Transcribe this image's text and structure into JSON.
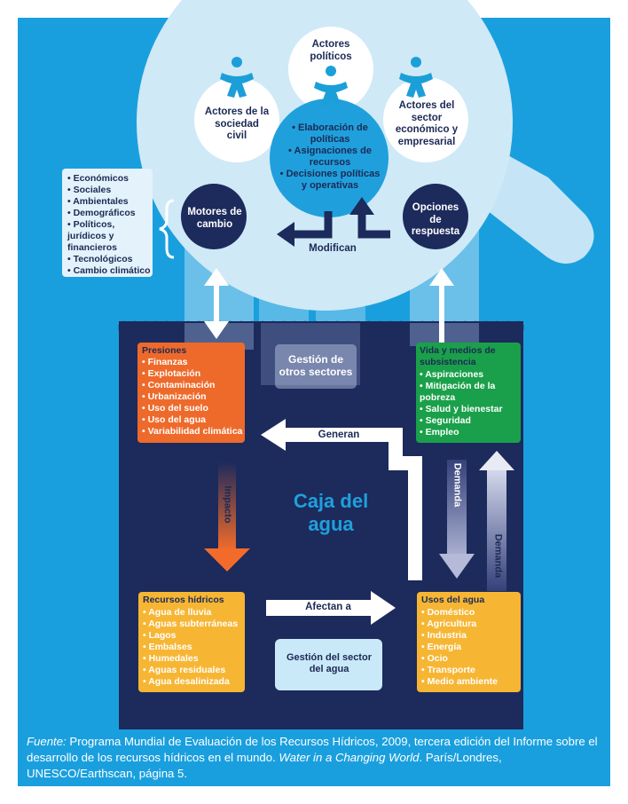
{
  "colors": {
    "background": "#1a9fde",
    "water_box": "#1c2a5c",
    "bubble": "#cfe9f7",
    "navy_circle": "#1c2a5c",
    "center_circle": "#1fa0dc",
    "pressures": "#ee6a2b",
    "livelihoods": "#1aa04a",
    "resources": "#f6b634",
    "uses": "#f6b634",
    "sector_box": "#c9e8f8",
    "impact_arrow": "#f26b2a"
  },
  "actors": {
    "political": "Actores políticos",
    "civil": "Actores de la sociedad civil",
    "business": "Actores del sector económico y empresarial"
  },
  "center_circle": {
    "items": [
      "• Elaboración de políticas",
      "• Asignaciones de recursos",
      "• Decisiones políticas y operativas"
    ]
  },
  "drivers": {
    "label": "Motores de cambio",
    "list": [
      "• Económicos",
      "• Sociales",
      "• Ambientales",
      "• Demográficos",
      "• Políticos, jurídicos y financieros",
      "• Tecnológicos",
      "• Cambio climático"
    ]
  },
  "responses": {
    "label": "Opciones de respuesta"
  },
  "modify_label": "Modifican",
  "other_sectors": "Gestión de otros sectores",
  "pressures": {
    "title": "Presiones",
    "items": [
      "• Finanzas",
      "• Explotación",
      "• Contaminación",
      "• Urbanización",
      "• Uso del suelo",
      "• Uso del agua",
      "• Variabilidad climática"
    ]
  },
  "livelihoods": {
    "title": "Vida y medios de subsistencia",
    "items": [
      "• Aspiraciones",
      "• Mitigación de la pobreza",
      "• Salud y bienestar",
      "• Seguridad",
      "• Empleo"
    ]
  },
  "generate_label": "Generan",
  "impact_label": "Impacto",
  "water_box_title": "Caja del agua",
  "demand_label": "Demanda",
  "resources": {
    "title": "Recursos hídricos",
    "items": [
      "• Agua de lluvia",
      "• Aguas subterráneas",
      "• Lagos",
      "• Embalses",
      "• Humedales",
      "• Aguas residuales",
      "• Agua desalinizada"
    ]
  },
  "affect_label": "Afectan a",
  "sector_mgmt": "Gestión del sector del agua",
  "uses": {
    "title": "Usos del agua",
    "items": [
      "• Doméstico",
      "• Agricultura",
      "• Industria",
      "• Energía",
      "• Ocio",
      "• Transporte",
      "• Medio ambiente"
    ]
  },
  "footnote": {
    "source_label": "Fuente:",
    "part1": " Programa Mundial de Evaluación de los Recursos Hídricos, 2009, tercera edición del Informe sobre el desarrollo de los recursos hídricos en el mundo. ",
    "title_italic": "Water in a Changing World",
    "part2": ". París/Londres, UNESCO/Earthscan, página 5."
  }
}
